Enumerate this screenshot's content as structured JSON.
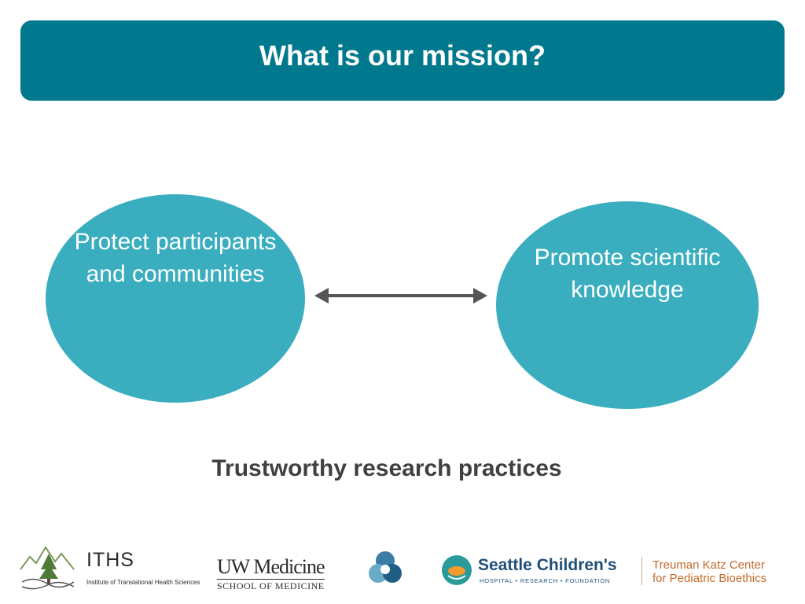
{
  "header": {
    "title": "What is our mission?"
  },
  "diagram": {
    "left_node": {
      "line1": "Protect participants",
      "line2": "and communities"
    },
    "right_node": {
      "line1": "Promote scientific",
      "line2": "knowledge"
    },
    "connector": "double-headed-arrow",
    "caption": "Trustworthy research practices"
  },
  "colors": {
    "header_bg": "#00798f",
    "node_fill": "#3aaebf",
    "arrow": "#555555",
    "caption_text": "#404040",
    "treuman_text": "#c56a2a"
  },
  "logos": {
    "iths": {
      "name": "ITHS",
      "subtitle": "Institute of Translational Health Sciences"
    },
    "uw": {
      "name": "UW Medicine",
      "subtitle": "SCHOOL OF MEDICINE"
    },
    "seattle_childrens": {
      "name": "Seattle Children's",
      "subtitle": "HOSPITAL • RESEARCH • FOUNDATION"
    },
    "treuman": {
      "line1": "Treuman Katz Center",
      "line2": "for Pediatric Bioethics"
    }
  }
}
